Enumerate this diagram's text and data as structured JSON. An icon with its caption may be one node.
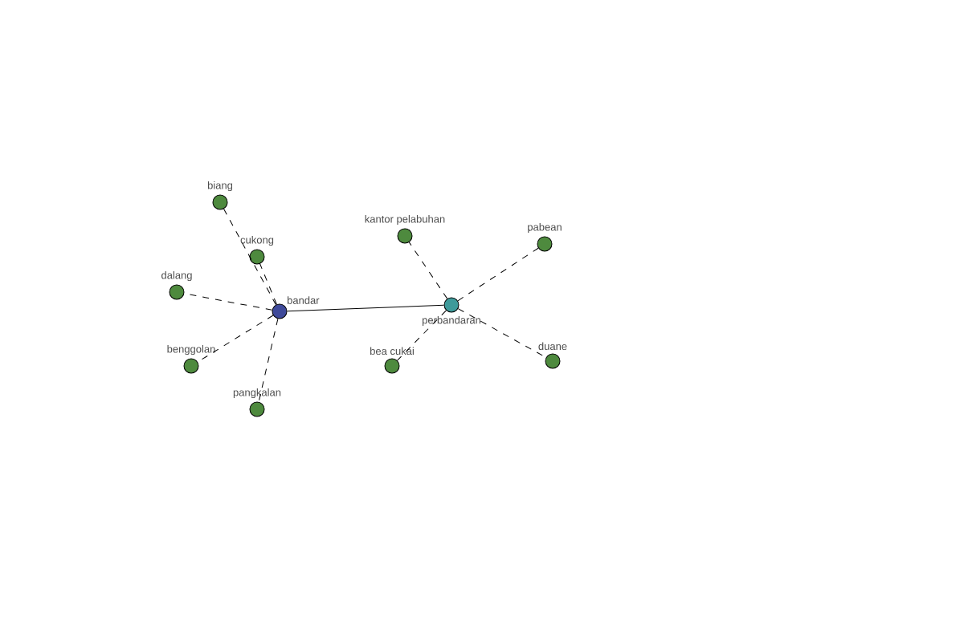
{
  "diagram": {
    "nodes": [
      {
        "text": [
          "biang"
        ]
      },
      {
        "text": [
          "cukong"
        ]
      },
      {
        "text": [
          "dalang"
        ]
      },
      {
        "text": [
          "bandar"
        ]
      },
      {
        "text": [
          "benggolan"
        ]
      },
      {
        "text": [
          "pangkalan"
        ]
      },
      {
        "text": [
          "kantor pelabuhan"
        ]
      },
      {
        "text": [
          "perbandaran"
        ]
      },
      {
        "text": [
          "pabean"
        ]
      },
      {
        "text": [
          "bea cukai"
        ]
      },
      {
        "text": [
          "duane"
        ]
      }
    ],
    "edges": [
      {
        "from": 3,
        "to": 0,
        "arrow": "none",
        "style": "dashed"
      },
      {
        "from": 3,
        "to": 1,
        "arrow": "none",
        "style": "dashed"
      },
      {
        "from": 3,
        "to": 2,
        "arrow": "none",
        "style": "dashed"
      },
      {
        "from": 3,
        "to": 4,
        "arrow": "none",
        "style": "dashed"
      },
      {
        "from": 3,
        "to": 5,
        "arrow": "none",
        "style": "dashed"
      },
      {
        "from": 3,
        "to": 7,
        "arrow": "none"
      },
      {
        "from": 7,
        "to": 6,
        "arrow": "none",
        "style": "dashed"
      },
      {
        "from": 7,
        "to": 8,
        "arrow": "none",
        "style": "dashed"
      },
      {
        "from": 7,
        "to": 9,
        "arrow": "none",
        "style": "dashed"
      },
      {
        "from": 7,
        "to": 10,
        "arrow": "none",
        "style": "dashed"
      }
    ]
  }
}
